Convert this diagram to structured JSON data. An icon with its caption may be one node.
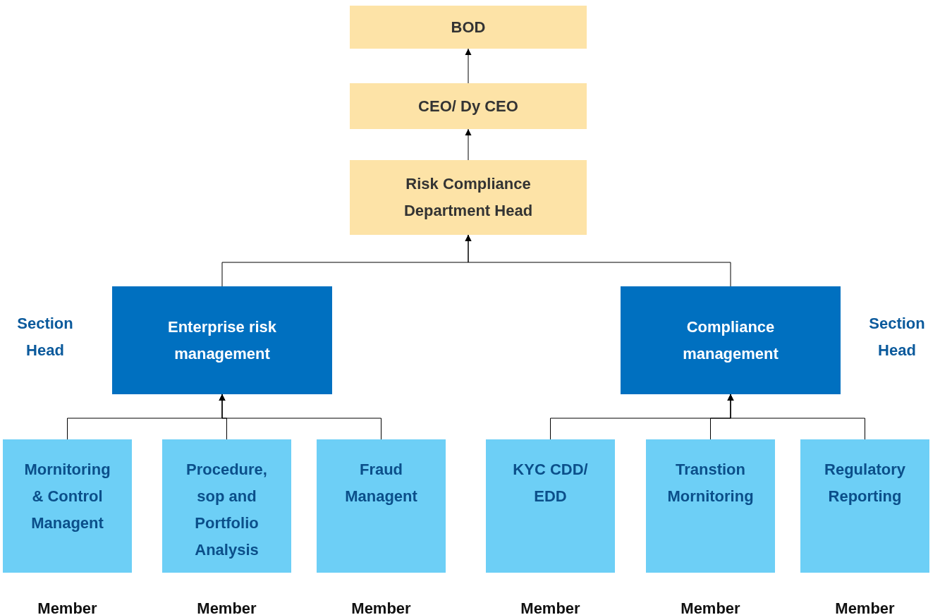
{
  "diagram": {
    "nodes": [
      {
        "text": [
          "BOD"
        ]
      },
      {
        "text": [
          "CEO/ Dy CEO"
        ]
      },
      {
        "text": [
          "Risk Compliance Department Head"
        ]
      },
      {
        "text": [
          "Enterprise risk management"
        ],
        "beside": [
          "Section Head"
        ]
      },
      {
        "text": [
          "Compliance management"
        ],
        "beside": [
          "Section Head"
        ]
      },
      {
        "text": [
          "Mornitoring & Control Managent"
        ],
        "beside": [
          "Member"
        ]
      },
      {
        "text": [
          "Procedure, sop and Portfolio Analysis"
        ],
        "beside": [
          "Member"
        ]
      },
      {
        "text": [
          "Fraud Managent"
        ],
        "beside": [
          "Member"
        ]
      },
      {
        "text": [
          "KYC CDD/ EDD"
        ],
        "beside": [
          "Member"
        ]
      },
      {
        "text": [
          "Transtion Mornitoring"
        ],
        "beside": [
          "Member"
        ]
      },
      {
        "text": [
          "Regulatory Reporting"
        ],
        "beside": [
          "Member"
        ]
      }
    ],
    "edges": [
      {
        "from": 1,
        "to": 0,
        "arrow": "to"
      },
      {
        "from": 2,
        "to": 1,
        "arrow": "to"
      },
      {
        "from": 3,
        "to": 2,
        "arrow": "to"
      },
      {
        "from": 4,
        "to": 2,
        "arrow": "to"
      },
      {
        "from": 5,
        "to": 3,
        "arrow": "to"
      },
      {
        "from": 6,
        "to": 3,
        "arrow": "to"
      },
      {
        "from": 7,
        "to": 3,
        "arrow": "to"
      },
      {
        "from": 8,
        "to": 4,
        "arrow": "to"
      },
      {
        "from": 9,
        "to": 4,
        "arrow": "to"
      },
      {
        "from": 10,
        "to": 4,
        "arrow": "to"
      }
    ]
  }
}
